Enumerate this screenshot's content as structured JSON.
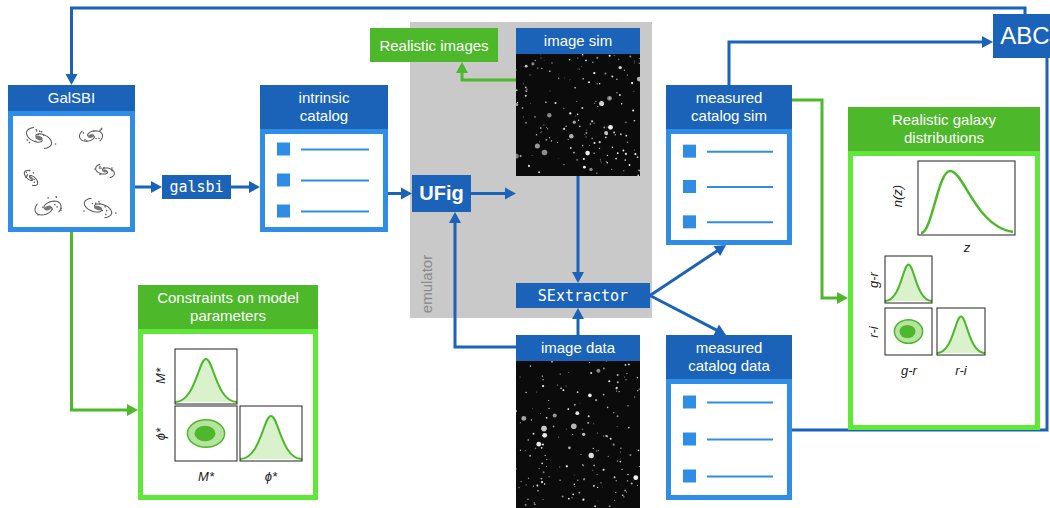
{
  "diagram": {
    "nodes": [
      {
        "text": [
          "Realistic images"
        ]
      },
      {
        "text": [
          "ABC"
        ]
      },
      {
        "text": [
          "GalSBI"
        ]
      },
      {
        "text": [
          "galsbi"
        ]
      },
      {
        "text": [
          "intrinsic catalog"
        ]
      },
      {
        "text": [
          "emulator"
        ]
      },
      {
        "text": [
          "UFig"
        ],
        "in": 5
      },
      {
        "text": [
          "image sim"
        ],
        "in": 5
      },
      {
        "text": [
          "SExtractor"
        ],
        "in": 5
      },
      {
        "text": [
          "measured catalog sim"
        ]
      },
      {
        "text": [
          "Realistic galaxy distributions"
        ]
      },
      {
        "text": [
          "Constraints on model parameters"
        ]
      },
      {
        "text": [
          "image data"
        ]
      },
      {
        "text": [
          "measured catalog data"
        ]
      }
    ],
    "edges": [
      {
        "from": 1,
        "to": 2,
        "arrow": "to"
      },
      {
        "from": 2,
        "to": 3,
        "arrow": "to"
      },
      {
        "from": 3,
        "to": 4,
        "arrow": "to"
      },
      {
        "from": 4,
        "to": 6,
        "arrow": "to"
      },
      {
        "from": 6,
        "to": 7,
        "arrow": "to"
      },
      {
        "from": 7,
        "to": 0,
        "arrow": "to"
      },
      {
        "from": 7,
        "to": 8,
        "arrow": "to"
      },
      {
        "from": 12,
        "to": 8,
        "arrow": "to"
      },
      {
        "from": 12,
        "to": 6,
        "arrow": "to"
      },
      {
        "from": 8,
        "to": 9,
        "arrow": "to"
      },
      {
        "from": 8,
        "to": 13,
        "arrow": "to"
      },
      {
        "from": 9,
        "to": 1,
        "arrow": "to"
      },
      {
        "from": 9,
        "to": 10,
        "arrow": "to"
      },
      {
        "from": 2,
        "to": 11,
        "arrow": "to"
      },
      {
        "from": 13,
        "to": 1,
        "arrow": "none"
      }
    ],
    "labels": [
      "n(z)",
      "z",
      "g-r",
      "r-i",
      "g-r",
      "r-i",
      "M*",
      "ϕ*",
      "M*",
      "ϕ*"
    ]
  }
}
